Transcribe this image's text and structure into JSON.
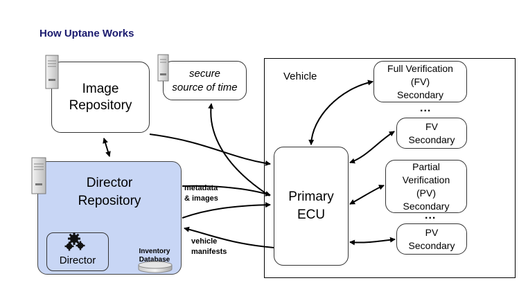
{
  "title": "How Uptane Works",
  "image_repository": {
    "line1": "Image",
    "line2": "Repository"
  },
  "time_source": {
    "line1": "secure",
    "line2": "source of time"
  },
  "director_repository": {
    "line1": "Director",
    "line2": "Repository",
    "director_label": "Director",
    "inventory_line1": "Inventory",
    "inventory_line2": "Database"
  },
  "vehicle": {
    "label": "Vehicle"
  },
  "primary_ecu": {
    "line1": "Primary",
    "line2": "ECU"
  },
  "secondaries": {
    "full_verification": {
      "line1": "Full Verification",
      "line2": "(FV)",
      "line3": "Secondary"
    },
    "fv": {
      "line1": "FV",
      "line2": "Secondary"
    },
    "partial_verification": {
      "line1": "Partial",
      "line2": "Verification",
      "line3": "(PV)",
      "line4": "Secondary"
    },
    "pv": {
      "line1": "PV",
      "line2": "Secondary"
    }
  },
  "ellipsis": "...",
  "edge_labels": {
    "metadata_line1": "metadata",
    "metadata_line2": "& images",
    "manifests_line1": "vehicle",
    "manifests_line2": "manifests"
  },
  "colors": {
    "director_fill": "#c8d6f5",
    "title": "#1a1a6e",
    "server_body": "#cfcfcf",
    "server_dark": "#8a8a8a"
  },
  "icons": [
    "server-icon",
    "gears-icon",
    "database-icon"
  ]
}
